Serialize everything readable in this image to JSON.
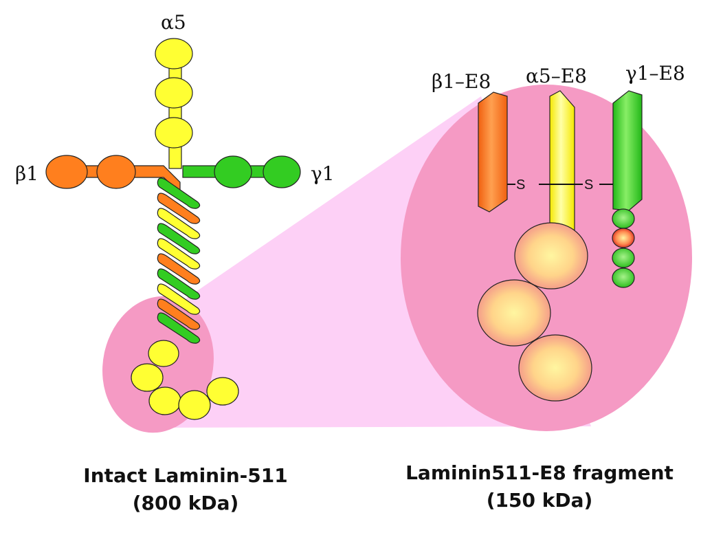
{
  "intact": {
    "alpha_label": "α5",
    "beta_label": "β1",
    "gamma_label": "γ1",
    "caption_line1": "Intact Laminin-511",
    "caption_line2": "(800 kDa)"
  },
  "fragment": {
    "beta_label": "β1–E8",
    "alpha_label": "α5–E8",
    "gamma_label": "γ1–E8",
    "disulfide_left": "S",
    "disulfide_right": "S",
    "caption_line1": "Laminin511-E8 fragment",
    "caption_line2": "(150 kDa)"
  },
  "colors": {
    "alpha_chain": "#ffff33",
    "beta_chain": "#ff7f1e",
    "gamma_chain": "#33cc22",
    "highlight_oval": "#f59ac4",
    "zoom_cone": "#fdd0f6"
  }
}
